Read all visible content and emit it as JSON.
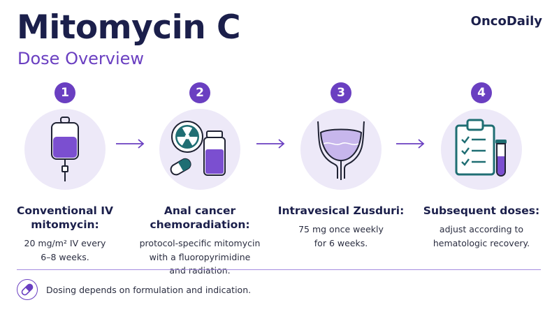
{
  "header": {
    "title": "Mitomycin C",
    "subtitle": "Dose Overview",
    "brand": "OncoDaily"
  },
  "steps": [
    {
      "number": "1",
      "icon": "iv-bag-icon",
      "heading": [
        "Conventional IV",
        "mitomycin:"
      ],
      "detail": [
        "20 mg/m² IV every",
        "6–8 weeks."
      ]
    },
    {
      "number": "2",
      "icon": "radiation-vial-pill-icon",
      "heading": [
        "Anal cancer",
        "chemoradiation:"
      ],
      "detail": [
        "protocol-specific mitomycin",
        "with a fluoropyrimidine",
        "and radiation."
      ]
    },
    {
      "number": "3",
      "icon": "bladder-icon",
      "heading": [
        "Intravesical Zusduri:"
      ],
      "detail": [
        "75 mg once weekly",
        "for 6 weeks."
      ]
    },
    {
      "number": "4",
      "icon": "clipboard-test-tube-icon",
      "heading": [
        "Subsequent doses:"
      ],
      "detail": [
        "adjust according to",
        "hematologic recovery."
      ]
    }
  ],
  "footer": {
    "icon": "capsule-icon",
    "note": "Dosing depends on formulation and indication."
  },
  "colors": {
    "navy": "#1b1f4b",
    "purple": "#6a3fc1",
    "lavender": "#ede9f8",
    "teal": "#1f6e73"
  }
}
